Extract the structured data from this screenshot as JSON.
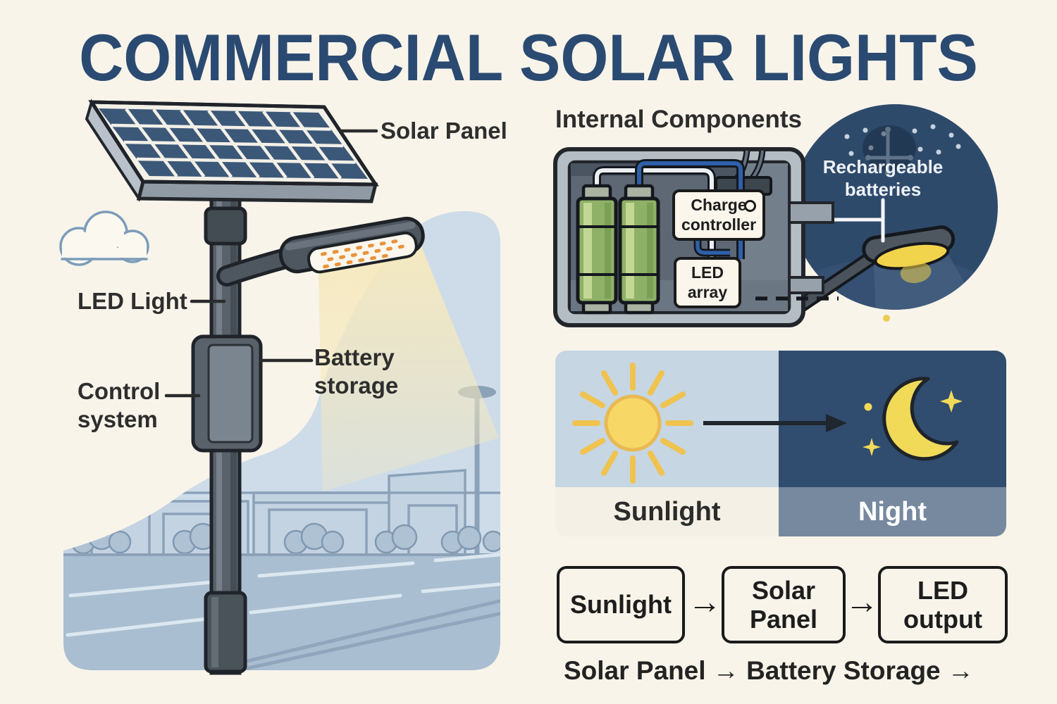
{
  "title": "COMMERCIAL SOLAR LIGHTS",
  "left_diagram": {
    "solar_panel_label": "Solar Panel",
    "led_light_label": "LED Light",
    "control_system_label": "Control system",
    "battery_storage_label": "Battery storage"
  },
  "internal_components": {
    "heading": "Internal Components",
    "charge_controller_label": "Charge controller",
    "led_array_label": "LED array",
    "rechargeable_batteries_label": "Rechargeable batteries"
  },
  "day_night_panel": {
    "day_caption": "Sunlight",
    "night_caption": "Night"
  },
  "flow_diagram": {
    "steps": [
      "Sunlight",
      "Solar Panel",
      "LED output"
    ],
    "arrow_glyph": "→",
    "bottom_text": "Solar Panel → Battery Storage →"
  },
  "colors": {
    "background_cream": "#f8f4ea",
    "title_navy": "#2a4a71",
    "night_navy": "#304c6e",
    "day_sky_blue": "#c6d6e2",
    "night_caption_blue": "#76899f",
    "scene_blue": "#cedce9",
    "sun_yellow": "#f7d765",
    "moon_yellow": "#f1da58",
    "beam_yellow": "#f6e9bd",
    "battery_green": "#8fb167",
    "wire_blue": "#2f5fa8",
    "led_dot_orange": "#e8943c",
    "panel_cell_navy": "#3c5878",
    "outline_black": "#1d2125"
  }
}
